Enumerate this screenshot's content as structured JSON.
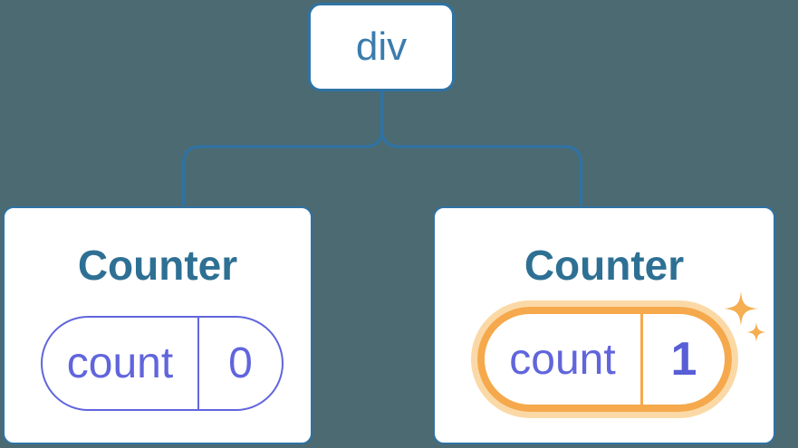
{
  "diagram": {
    "root": {
      "label": "div"
    },
    "children": [
      {
        "title": "Counter",
        "state_key": "count",
        "state_value": "0",
        "highlighted": false
      },
      {
        "title": "Counter",
        "state_key": "count",
        "state_value": "1",
        "highlighted": true
      }
    ]
  },
  "colors": {
    "bg": "#4C6A72",
    "line": "#2E73A6",
    "card_bg": "#FFFFFF",
    "node_text": "#3A7CAD",
    "title_text": "#2E7094",
    "purple": "#6165DC",
    "purple_bold": "#575ED6",
    "orange": "#F5A94C",
    "orange_halo": "#FBD9A6",
    "sparkle": "#F5AE52"
  },
  "icons": {
    "sparkle": "sparkle-icon"
  }
}
